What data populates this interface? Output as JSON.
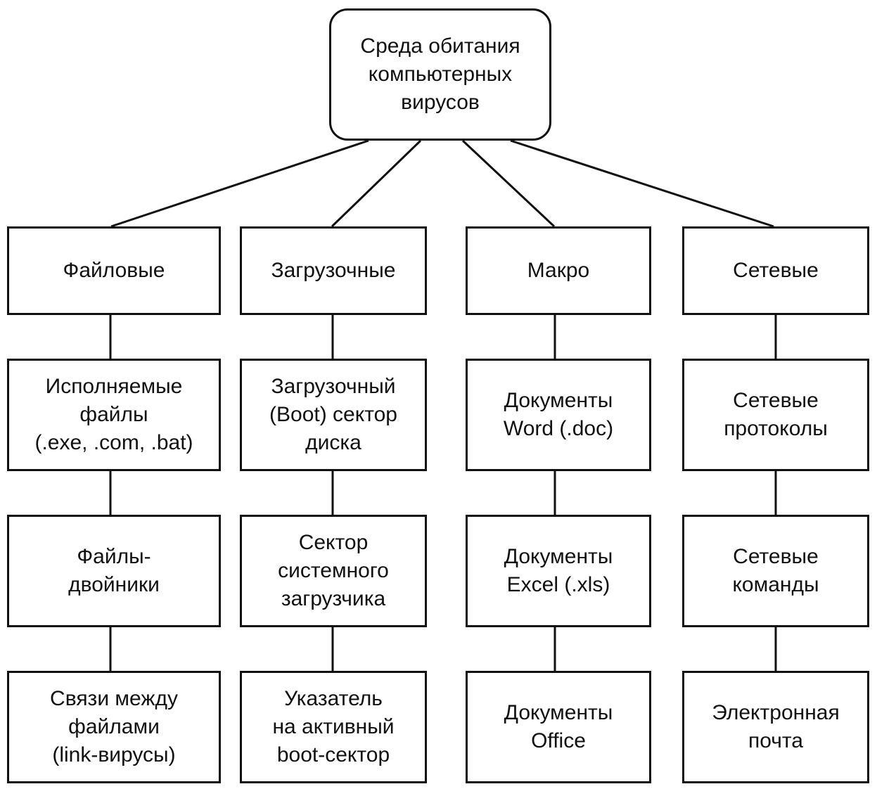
{
  "root": {
    "label": "Среда обитания\nкомпьютерных\nвирусов"
  },
  "columns": [
    {
      "category": "Файловые",
      "items": [
        "Исполняемые\nфайлы\n(.exe, .com, .bat)",
        "Файлы-\nдвойники",
        "Связи между\nфайлами\n(link-вирусы)"
      ]
    },
    {
      "category": "Загрузочные",
      "items": [
        "Загрузочный\n(Boot) сектор\nдиска",
        "Сектор\nсистемного\nзагрузчика",
        "Указатель\nна активный\nboot-сектор"
      ]
    },
    {
      "category": "Макро",
      "items": [
        "Документы\nWord (.doc)",
        "Документы\nExcel (.xls)",
        "Документы\nOffice"
      ]
    },
    {
      "category": "Сетевые",
      "items": [
        "Сетевые\nпротоколы",
        "Сетевые\nкоманды",
        "Электронная\nпочта"
      ]
    }
  ],
  "colors": {
    "line": "#111111",
    "fill": "#ffffff",
    "text": "#111111"
  }
}
